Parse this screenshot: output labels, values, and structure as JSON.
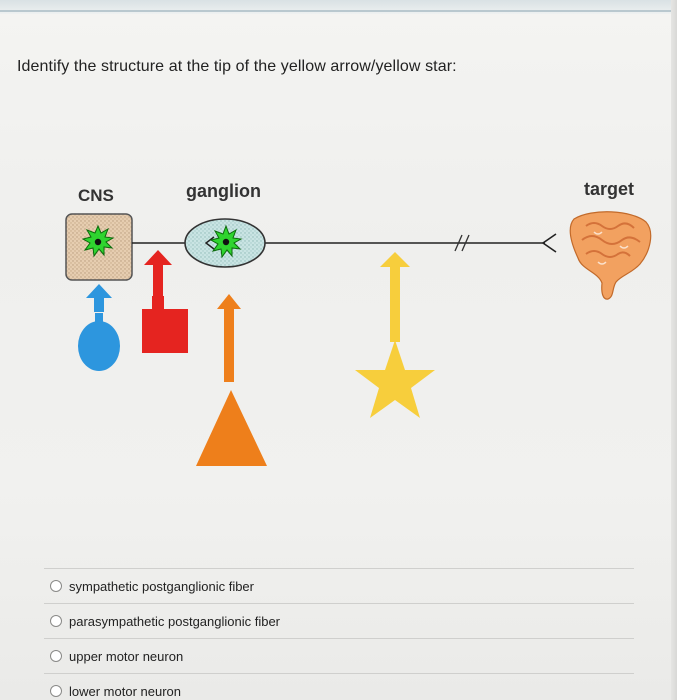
{
  "question": "Identify the structure at the tip of the yellow arrow/yellow star:",
  "diagram": {
    "labels": {
      "cns": "CNS",
      "ganglion": "ganglion",
      "target": "target"
    }
  },
  "options": [
    {
      "label": "sympathetic postganglionic fiber"
    },
    {
      "label": "parasympathetic postganglionic fiber"
    },
    {
      "label": "upper motor neuron"
    },
    {
      "label": "lower motor neuron"
    }
  ]
}
